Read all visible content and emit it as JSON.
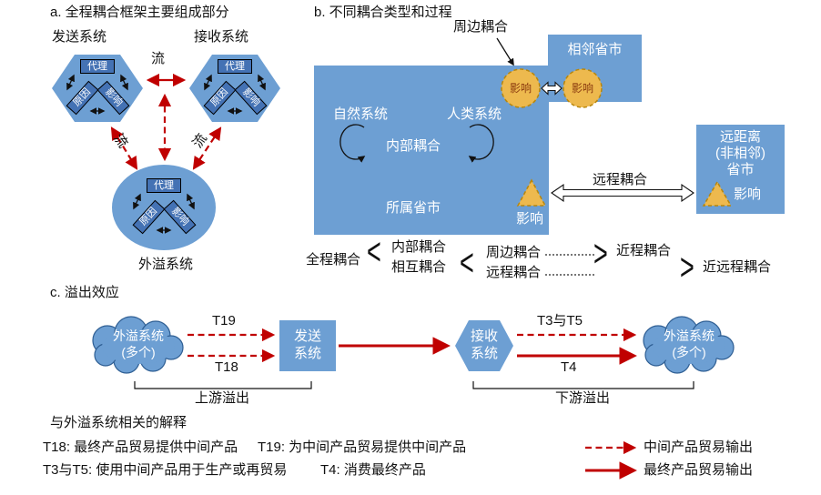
{
  "panel_a": {
    "title": "a. 全程耦合框架主要组成部分",
    "sending_system": "发送系统",
    "receiving_system": "接收系统",
    "spillover_system": "外溢系统",
    "agent": "代理",
    "cause": "原因",
    "impact": "影响",
    "flow": "流"
  },
  "panel_b": {
    "title": "b. 不同耦合类型和过程",
    "peripheral_coupling": "周边耦合",
    "adjacent_region": "相邻省市",
    "impact": "影响",
    "natural_system": "自然系统",
    "human_system": "人类系统",
    "internal_coupling": "内部耦合",
    "home_region": "所属省市",
    "telecoupling": "远程耦合",
    "distant_region_line1": "远距离",
    "distant_region_line2": "(非相邻)",
    "distant_region_line3": "省市",
    "formula": {
      "full_coupling": "全程耦合",
      "lt": "<",
      "internal_coupling": "内部耦合",
      "mutual_coupling": "相互耦合",
      "peripheral_coupling": "周边耦合",
      "telecoupling": "远程耦合",
      "gt": ">",
      "near_coupling": "近程耦合",
      "near_far_coupling": "近远程耦合"
    }
  },
  "panel_c": {
    "title": "c. 溢出效应",
    "spillover_line1": "外溢系统",
    "spillover_line2": "(多个)",
    "t19": "T19",
    "t18": "T18",
    "sending_line1": "发送",
    "sending_line2": "系统",
    "receiving_line1": "接收",
    "receiving_line2": "系统",
    "t3t5": "T3与T5",
    "t4": "T4",
    "upstream_spillover": "上游溢出",
    "downstream_spillover": "下游溢出"
  },
  "notes": {
    "heading": "与外溢系统相关的解释",
    "t18_def": "T18: 最终产品贸易提供中间产品",
    "t19_def": "T19: 为中间产品贸易提供中间产品",
    "t3t5_def": "T3与T5: 使用中间产品用于生产或再贸易",
    "t4_def": "T4: 消费最终产品",
    "legend_intermediate": "中间产品贸易输出",
    "legend_final": "最终产品贸易输出"
  },
  "colors": {
    "shape_blue": "#6D9FD3",
    "inner_box_blue": "#4472B4",
    "arrow_red": "#C00000",
    "highlight_yellow": "#EDB94E",
    "yellow_border": "#B8860B"
  }
}
